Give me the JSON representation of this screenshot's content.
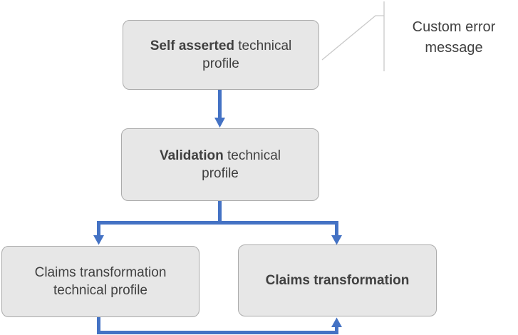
{
  "diagram": {
    "nodes": [
      {
        "id": "self-asserted-technical-profile",
        "bold": "Self asserted",
        "regular": " technical profile"
      },
      {
        "id": "validation-technical-profile",
        "bold": "Validation",
        "regular": " technical profile"
      },
      {
        "id": "claims-transformation-technical-profile",
        "bold": "",
        "regular": "Claims transformation technical profile"
      },
      {
        "id": "claims-transformation",
        "bold": "Claims transformation",
        "regular": ""
      }
    ],
    "callout": {
      "text": "Custom error message"
    },
    "colors": {
      "arrow_blue": "#4472C4",
      "node_fill": "#E7E7E7",
      "node_border": "#ABABAB",
      "text": "#404040",
      "leader_line": "#C9C9C9"
    }
  }
}
